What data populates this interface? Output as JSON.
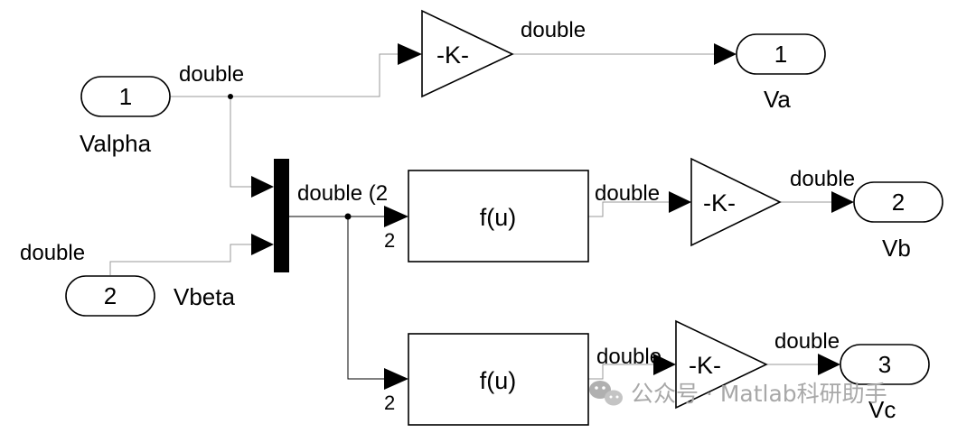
{
  "inports": [
    {
      "number": "1",
      "name": "Valpha"
    },
    {
      "number": "2",
      "name": "Vbeta"
    }
  ],
  "outports": [
    {
      "number": "1",
      "name": "Va"
    },
    {
      "number": "2",
      "name": "Vb"
    },
    {
      "number": "3",
      "name": "Vc"
    }
  ],
  "gains": [
    {
      "label": "-K-"
    },
    {
      "label": "-K-"
    },
    {
      "label": "-K-"
    }
  ],
  "fcns": [
    {
      "label": "f(u)",
      "port_label": "2"
    },
    {
      "label": "f(u)",
      "port_label": "2"
    }
  ],
  "signals": {
    "valpha": "double",
    "vbeta": "double",
    "gain_a_out": "double",
    "mux_out": "double (2",
    "fcn_b_out": "double",
    "gain_b_out": "double",
    "fcn_c_out": "double",
    "gain_c_out": "double"
  },
  "watermark": {
    "icon": "wechat-icon",
    "text": "公众号 · Matlab科研助手"
  }
}
